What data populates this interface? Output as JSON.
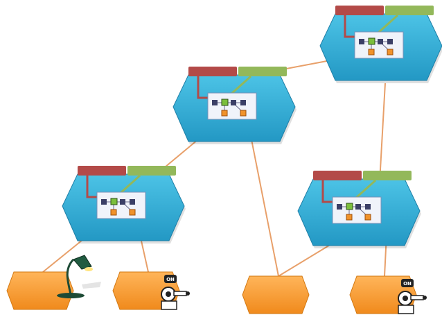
{
  "nodes": [
    {
      "id": "node-top-right",
      "type": "controller"
    },
    {
      "id": "node-mid-center",
      "type": "controller"
    },
    {
      "id": "node-mid-left",
      "type": "controller"
    },
    {
      "id": "node-mid-right",
      "type": "controller"
    },
    {
      "id": "device-lamp",
      "type": "device",
      "icon": "desk-lamp-icon"
    },
    {
      "id": "device-switch-left",
      "type": "device",
      "icon": "power-switch-icon"
    },
    {
      "id": "device-plain",
      "type": "device"
    },
    {
      "id": "device-switch-right",
      "type": "device",
      "icon": "power-switch-icon"
    }
  ],
  "switch_label": "ON",
  "colors": {
    "hexagon": "#3fb2d6",
    "hexagon_dark": "#1f7fa7",
    "device": "#f59f3a",
    "red_tab": "#b34a48",
    "green_tab": "#93b85a",
    "link": "#e8a06a",
    "inner_panel": "#f0f3fa",
    "inner_square": "#3b3f66"
  }
}
